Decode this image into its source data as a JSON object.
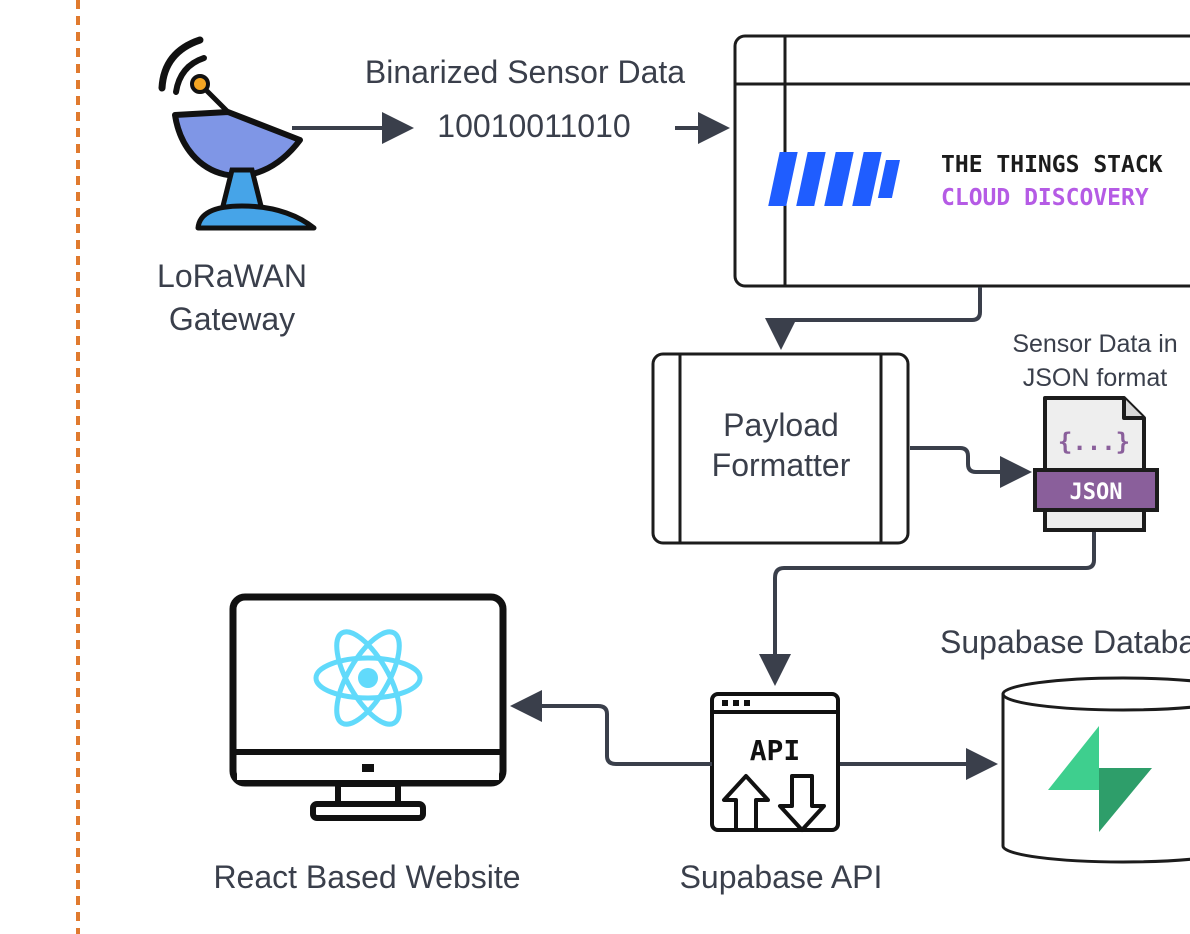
{
  "gateway": {
    "label_line1": "LoRaWAN",
    "label_line2": "Gateway"
  },
  "link_gateway_to_tts": {
    "label": "Binarized Sensor Data",
    "bits": "10010011010"
  },
  "tts": {
    "logo_line1": "THE THINGS STACK",
    "logo_line2": "CLOUD DISCOVERY"
  },
  "formatter": {
    "label_line1": "Payload",
    "label_line2": "Formatter"
  },
  "json_file": {
    "caption_line1": "Sensor Data in",
    "caption_line2": "JSON format",
    "glyph": "{...}",
    "badge": "JSON"
  },
  "database": {
    "label": "Supabase Database"
  },
  "api": {
    "label": "Supabase API",
    "glyph": "API"
  },
  "website": {
    "label": "React Based Website"
  },
  "colors": {
    "stroke": "#3a3f4b",
    "boundary": "#e07a2e",
    "dish": "#7f96e6",
    "dish_base": "#46a4e8",
    "tts_blue": "#1f5dff",
    "tts_purple": "#b55be5",
    "json_purple": "#8a5f9b",
    "react_cyan": "#61dafb",
    "supabase_green": "#3ecf8e"
  }
}
